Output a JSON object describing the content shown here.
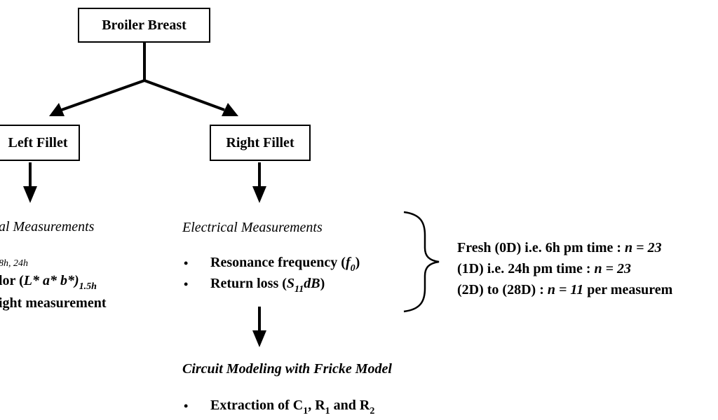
{
  "nodes": {
    "root": "Broiler Breast",
    "left": "Left Fillet",
    "right": "Right Fillet"
  },
  "left_branch": {
    "heading": "al Measurements",
    "line1_sup": "8h, 24h",
    "line2_prefix": "lor (",
    "line2_vars": "L* a* b*)",
    "line2_sub": "1.5h",
    "line3": "ight measurement"
  },
  "right_branch": {
    "heading": "Electrical Measurements",
    "bullet_symbol": "•",
    "items": [
      {
        "text": "Resonance frequency (",
        "var": "f",
        "sub": "0",
        "close": ")"
      },
      {
        "text": "Return loss (",
        "var": "S",
        "sub": "11",
        "var2": "dB",
        "close": ")"
      }
    ]
  },
  "conditions": {
    "line1_prefix": "Fresh  (0D)  i.e.  6h pm time : ",
    "line1_n": "n = 23",
    "line2_prefix": "(1D) i.e.  24h pm time : ",
    "line2_n": "n = 23",
    "line3_prefix": "(2D) to (28D) : ",
    "line3_n": "n = 11",
    "line3_suffix": " per measurem"
  },
  "modeling": {
    "heading": "Circuit Modeling with Fricke Model",
    "bullet_symbol": "•",
    "item_prefix": "Extraction  of C",
    "c_sub": "1",
    "r1": "R",
    "r1_sub": "1",
    "and_word": "and R",
    "r2_sub": "2",
    "sep": ", "
  }
}
